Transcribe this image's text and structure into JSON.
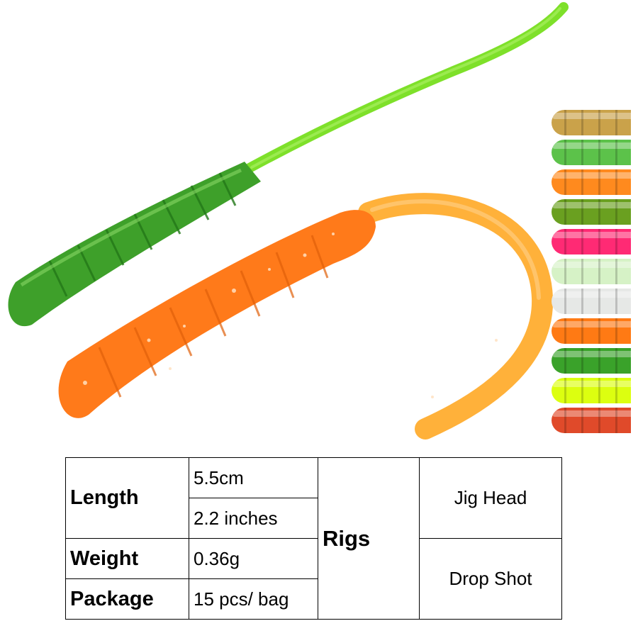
{
  "product": {
    "main_colors": {
      "green_body": "#3ea02a",
      "green_tail": "#7ee02a",
      "orange_body": "#ff7a1a",
      "orange_tail": "#ffb13a"
    },
    "swatches": [
      {
        "name": "gold-amber",
        "color": "#caa24a"
      },
      {
        "name": "green-glitter",
        "color": "#5cc24a"
      },
      {
        "name": "orange",
        "color": "#ff8a1e"
      },
      {
        "name": "olive-glitter",
        "color": "#6aa020"
      },
      {
        "name": "hot-pink",
        "color": "#ff2a74"
      },
      {
        "name": "glow-pale-green",
        "color": "#d6f2c6"
      },
      {
        "name": "pearl-white",
        "color": "#e6e8e6"
      },
      {
        "name": "orange-2",
        "color": "#ff7a14"
      },
      {
        "name": "green",
        "color": "#3aa22a"
      },
      {
        "name": "chartreuse",
        "color": "#dcff10"
      },
      {
        "name": "red-glitter",
        "color": "#e04a2a"
      }
    ]
  },
  "specs": {
    "length_label": "Length",
    "length_cm": "5.5cm",
    "length_in": "2.2 inches",
    "weight_label": "Weight",
    "weight_value": "0.36g",
    "package_label": "Package",
    "package_value": "15 pcs/ bag",
    "rigs_label": "Rigs",
    "rig_1": "Jig Head",
    "rig_2": "Drop Shot"
  }
}
